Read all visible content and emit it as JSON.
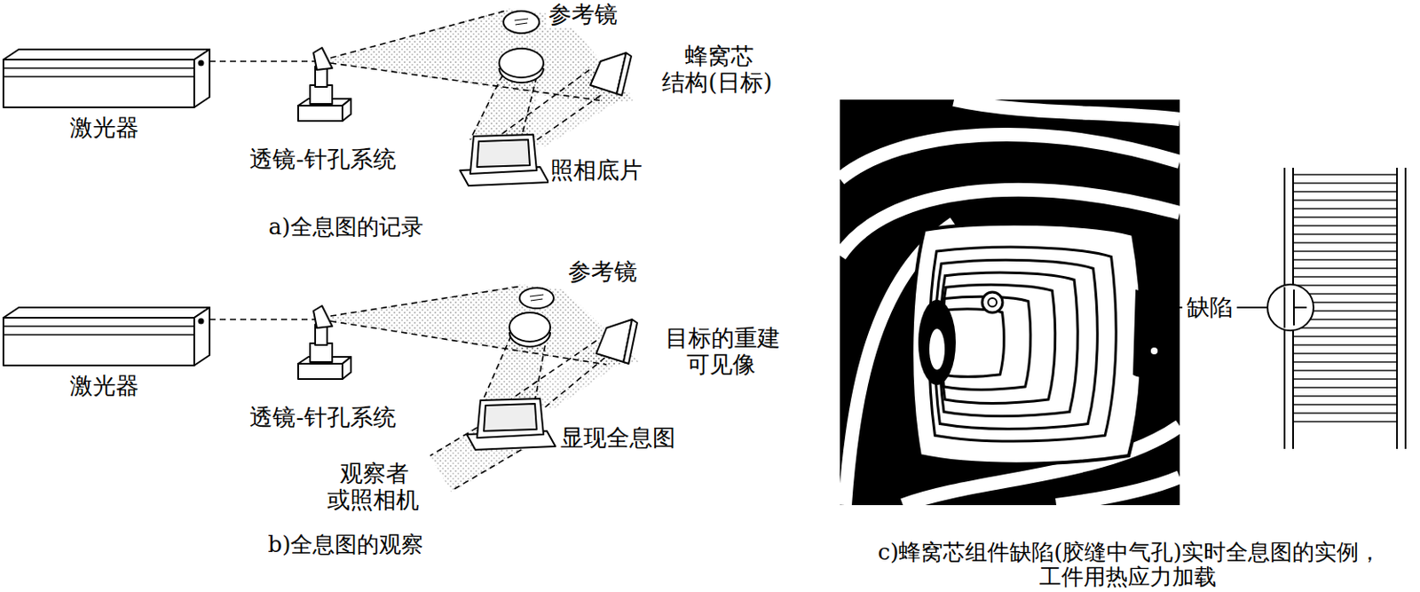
{
  "diagram": {
    "labels": [
      "参考镜",
      "蜂窝芯 结构(日标)",
      "激光器",
      "透镜-针孔系统",
      "照相底片",
      "a)全息图的记录",
      "参考镜",
      "目标的重建 可见像",
      "激光器",
      "透镜-针孔系统",
      "显现全息图",
      "观察者 或照相机",
      "b)全息图的观察",
      "缺陷",
      "c)蜂窝芯组件缺陷(胶缝中气孔)实时全息图的实例， 工件用热应力加载"
    ]
  }
}
